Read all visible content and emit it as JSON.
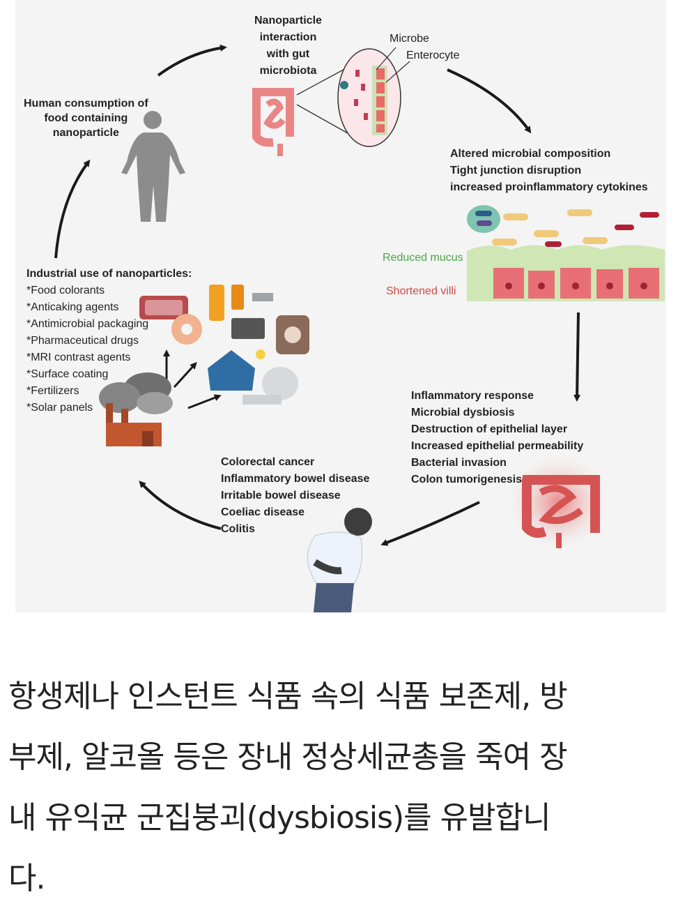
{
  "figure": {
    "step_gut": [
      "Nanoparticle",
      "interaction",
      "with gut",
      "microbiota"
    ],
    "microbe_label": "Microbe",
    "enterocyte_label": "Enterocyte",
    "step_human": [
      "Human consumption of",
      "food containing",
      "nanoparticle"
    ],
    "step_altered": [
      "Altered microbial composition",
      "Tight junction disruption",
      "increased proinflammatory cytokines"
    ],
    "reduced_mucus": "Reduced mucus",
    "shortened_villi": "Shortened villi",
    "industrial_title": "Industrial use of nanoparticles:",
    "industrial_items": [
      "*Food colorants",
      "*Anticaking agents",
      "*Antimicrobial packaging",
      "*Pharmaceutical drugs",
      "*MRI contrast agents",
      "*Surface coating",
      "*Fertilizers",
      "*Solar panels"
    ],
    "step_inflammatory": [
      "Inflammatory response",
      "Microbial dysbiosis",
      "Destruction of epithelial layer",
      "Increased epithelial permeability",
      "Bacterial invasion",
      "Colon tumorigenesis"
    ],
    "diseases": [
      "Colorectal cancer",
      "Inflammatory bowel disease",
      "Irritable bowel disease",
      "Coeliac disease",
      "Colitis"
    ]
  },
  "caption": [
    "항생제나 인스턴트 식품 속의 식품 보존제, 방",
    "부제, 알코올 등은 장내 정상세균총을 죽여 장",
    "내 유익균 군집붕괴(dysbiosis)를 유발합니",
    "다."
  ]
}
